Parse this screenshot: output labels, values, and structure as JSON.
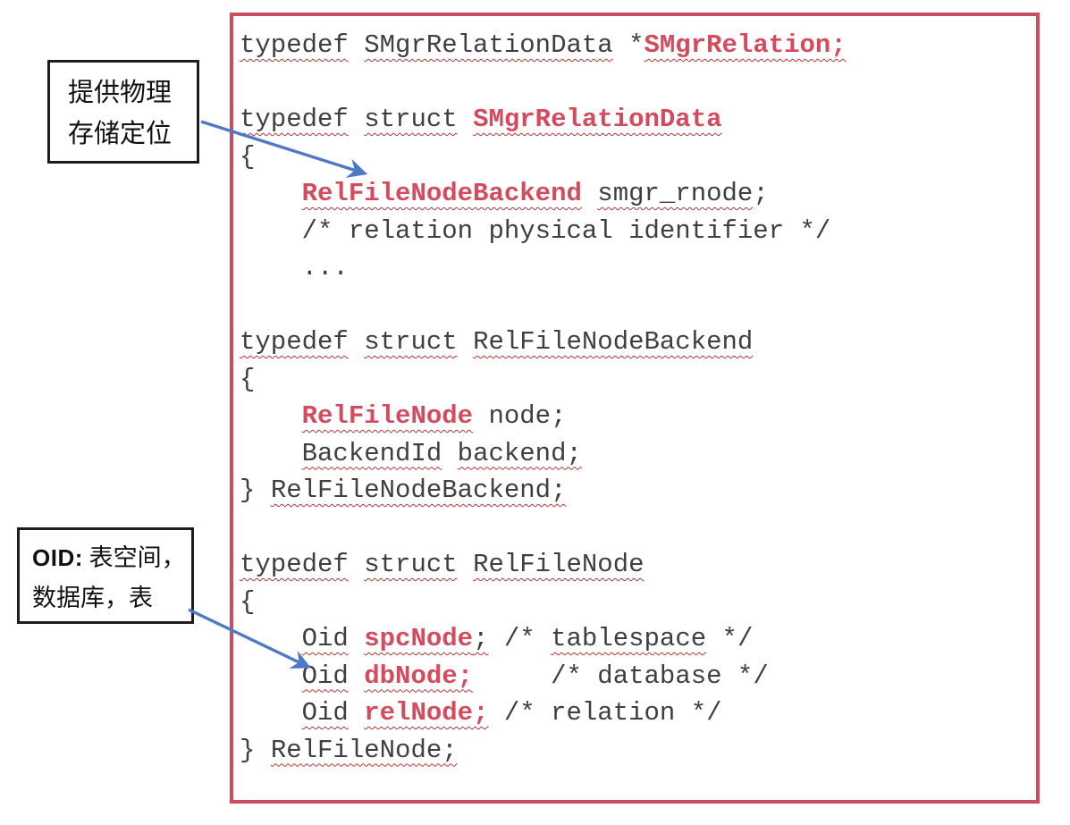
{
  "colors": {
    "frame_red": "#c94d5f",
    "code_red": "#d44b5e",
    "squiggle_red": "#b03636",
    "arrow_blue": "#4d79c6",
    "code_text": "#3f3f3f"
  },
  "annotations": {
    "box1": {
      "line1": "提供物理",
      "line2": "存储定位"
    },
    "box2": {
      "prefix": "OID:",
      "line1_rest": " 表空间，",
      "line2": "数据库，表"
    }
  },
  "code": {
    "lines": [
      {
        "segments": [
          {
            "style": "squiggle",
            "text": "typedef"
          },
          {
            "style": "plain",
            "text": " "
          },
          {
            "style": "squiggle",
            "text": "SMgrRelationData"
          },
          {
            "style": "plain",
            "text": " *"
          },
          {
            "style": "red",
            "text": "SMgrRelation;"
          }
        ]
      },
      {
        "segments": []
      },
      {
        "segments": [
          {
            "style": "squiggle",
            "text": "typedef"
          },
          {
            "style": "plain",
            "text": " "
          },
          {
            "style": "squiggle",
            "text": "struct"
          },
          {
            "style": "plain",
            "text": " "
          },
          {
            "style": "red",
            "text": "SMgrRelationData"
          }
        ]
      },
      {
        "segments": [
          {
            "style": "plain",
            "text": "{"
          }
        ]
      },
      {
        "segments": [
          {
            "style": "plain",
            "text": "    "
          },
          {
            "style": "red",
            "text": "RelFileNodeBackend"
          },
          {
            "style": "plain",
            "text": " "
          },
          {
            "style": "squiggle",
            "text": "smgr_rnode"
          },
          {
            "style": "plain",
            "text": ";"
          }
        ]
      },
      {
        "segments": [
          {
            "style": "plain",
            "text": "    /* relation physical identifier */"
          }
        ]
      },
      {
        "segments": [
          {
            "style": "plain",
            "text": "    ..."
          }
        ]
      },
      {
        "segments": []
      },
      {
        "segments": [
          {
            "style": "squiggle",
            "text": "typedef"
          },
          {
            "style": "plain",
            "text": " "
          },
          {
            "style": "squiggle",
            "text": "struct"
          },
          {
            "style": "plain",
            "text": " "
          },
          {
            "style": "squiggle",
            "text": "RelFileNodeBackend"
          }
        ]
      },
      {
        "segments": [
          {
            "style": "plain",
            "text": "{"
          }
        ]
      },
      {
        "segments": [
          {
            "style": "plain",
            "text": "    "
          },
          {
            "style": "red",
            "text": "RelFileNode"
          },
          {
            "style": "plain",
            "text": " node;"
          }
        ]
      },
      {
        "segments": [
          {
            "style": "plain",
            "text": "    "
          },
          {
            "style": "squiggle",
            "text": "BackendId"
          },
          {
            "style": "plain",
            "text": " "
          },
          {
            "style": "squiggle",
            "text": "backend;"
          }
        ]
      },
      {
        "segments": [
          {
            "style": "plain",
            "text": "} "
          },
          {
            "style": "squiggle",
            "text": "RelFileNodeBackend;"
          }
        ]
      },
      {
        "segments": []
      },
      {
        "segments": [
          {
            "style": "squiggle",
            "text": "typedef"
          },
          {
            "style": "plain",
            "text": " "
          },
          {
            "style": "squiggle",
            "text": "struct"
          },
          {
            "style": "plain",
            "text": " "
          },
          {
            "style": "squiggle",
            "text": "RelFileNode"
          }
        ]
      },
      {
        "segments": [
          {
            "style": "plain",
            "text": "{"
          }
        ]
      },
      {
        "segments": [
          {
            "style": "plain",
            "text": "    "
          },
          {
            "style": "squiggle",
            "text": "Oid"
          },
          {
            "style": "plain",
            "text": " "
          },
          {
            "style": "red",
            "text": "spcNode"
          },
          {
            "style": "squiggle",
            "text": ";"
          },
          {
            "style": "plain",
            "text": " /* "
          },
          {
            "style": "squiggle",
            "text": "tablespace"
          },
          {
            "style": "plain",
            "text": " */"
          }
        ]
      },
      {
        "segments": [
          {
            "style": "plain",
            "text": "    "
          },
          {
            "style": "squiggle",
            "text": "Oid"
          },
          {
            "style": "plain",
            "text": " "
          },
          {
            "style": "red",
            "text": "dbNode;"
          },
          {
            "style": "plain",
            "text": "     /* database */"
          }
        ]
      },
      {
        "segments": [
          {
            "style": "plain",
            "text": "    "
          },
          {
            "style": "squiggle",
            "text": "Oid"
          },
          {
            "style": "plain",
            "text": " "
          },
          {
            "style": "red",
            "text": "relNode;"
          },
          {
            "style": "plain",
            "text": " /* relation */"
          }
        ]
      },
      {
        "segments": [
          {
            "style": "plain",
            "text": "} "
          },
          {
            "style": "squiggle",
            "text": "RelFileNode;"
          }
        ]
      }
    ]
  }
}
